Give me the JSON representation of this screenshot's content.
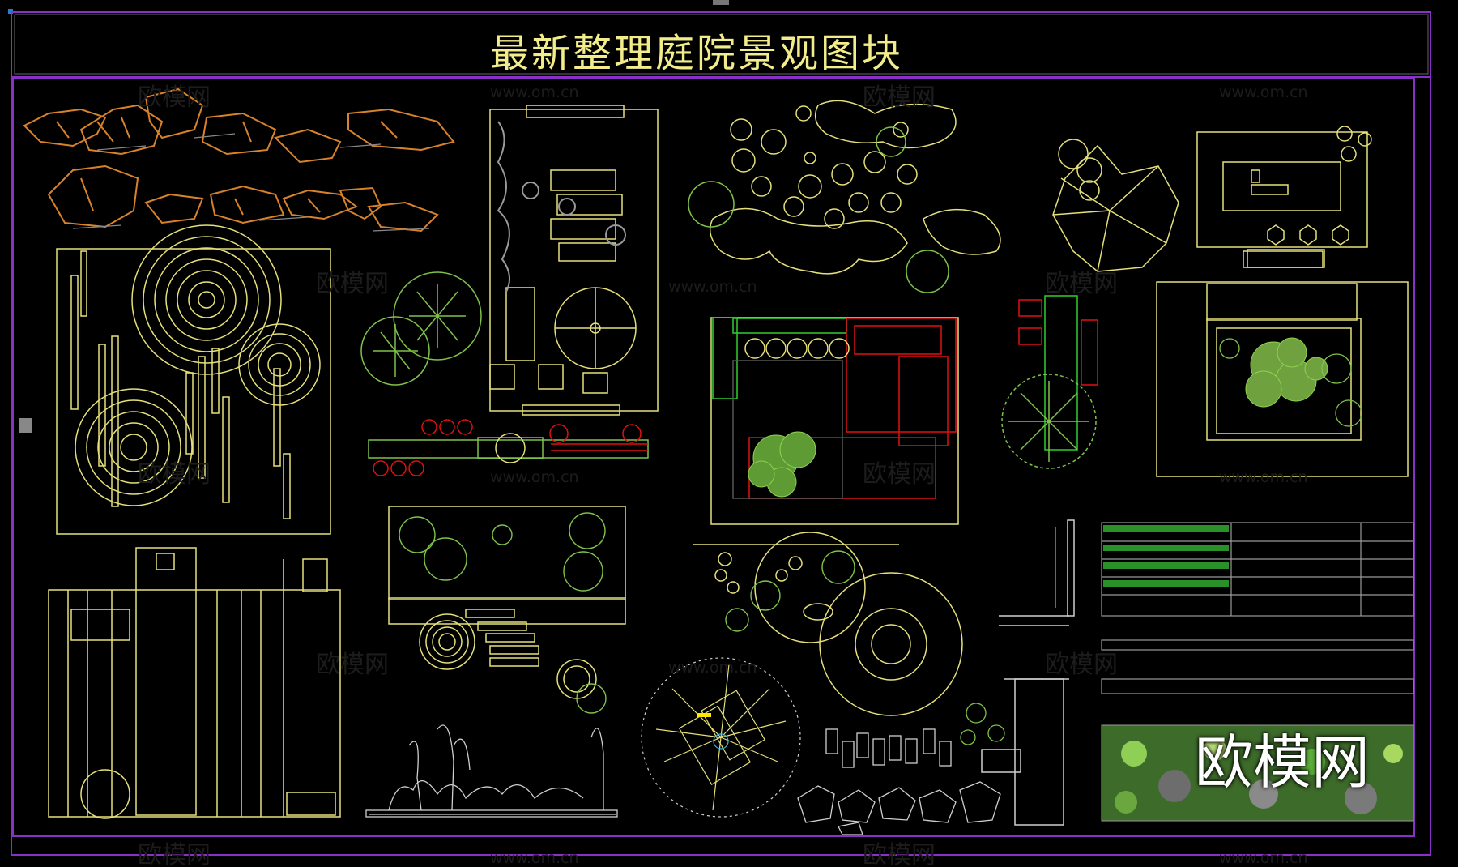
{
  "title": "最新整理庭院景观图块",
  "watermark_text": "欧模网",
  "watermark_url": "www.om.cn",
  "brand_logo": "欧模网",
  "colors": {
    "frame": "#8b2fc9",
    "yellow": "#e5e07a",
    "orange": "#d8822a",
    "green": "#7fc24a",
    "red": "#e01010",
    "gray": "#9a9a9a",
    "white": "#e6e6e6"
  }
}
